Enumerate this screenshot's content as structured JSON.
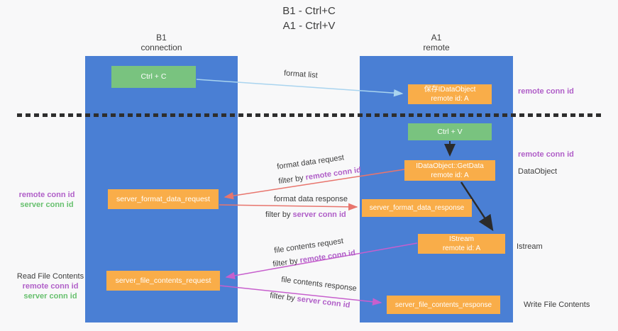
{
  "title": {
    "line1": "B1 - Ctrl+C",
    "line2": "A1 - Ctrl+V"
  },
  "lanes": {
    "left": {
      "name": "B1",
      "subtitle": "connection"
    },
    "right": {
      "name": "A1",
      "subtitle": "remote"
    }
  },
  "boxes": {
    "ctrl_c": {
      "label": "Ctrl + C"
    },
    "save_dataobject": {
      "line1": "保存IDataObject",
      "line2": "remote id: A"
    },
    "ctrl_v": {
      "label": "Ctrl + V"
    },
    "getdata": {
      "line1": "IDataObject::GetData",
      "line2": "remote id: A"
    },
    "server_format_data_request": {
      "label": "server_format_data_request"
    },
    "server_format_data_response": {
      "label": "server_format_data_response"
    },
    "istream": {
      "line1": "IStream",
      "line2": "remote id: A"
    },
    "server_file_contents_request": {
      "label": "server_file_contents_request"
    },
    "server_file_contents_response": {
      "label": "server_file_contents_response"
    }
  },
  "flow_labels": {
    "format_list": "format list",
    "format_data_request": "format data request",
    "format_data_response": "format data response",
    "file_contents_request": "file contents request",
    "file_contents_response": "file contents response",
    "filter_by": "filter by",
    "remote_conn_id": "remote conn id",
    "server_conn_id": "server conn id"
  },
  "annotations": {
    "remote_conn_id_top_right": "remote conn id",
    "remote_conn_id_mid_right": "remote conn id",
    "dataobject": "DataObject",
    "istream": "Istream",
    "write_file_contents": "Write File Contents",
    "remote_conn_id_mid_left": "remote conn id",
    "server_conn_id_mid_left": "server conn id",
    "read_file_contents": "Read File Contents",
    "remote_conn_id_bottom_left": "remote conn id",
    "server_conn_id_bottom_left": "server conn id"
  },
  "colors": {
    "lane_blue": "#4a7fd4",
    "box_orange": "#f9ad49",
    "box_green": "#79c37f",
    "arrow_lightblue": "#a9d4ef",
    "arrow_red": "#e8756d",
    "arrow_magenta": "#c75fcd",
    "arrow_black": "#2b2b2b",
    "label_purple": "#b05fc8",
    "label_green": "#67c06e"
  }
}
